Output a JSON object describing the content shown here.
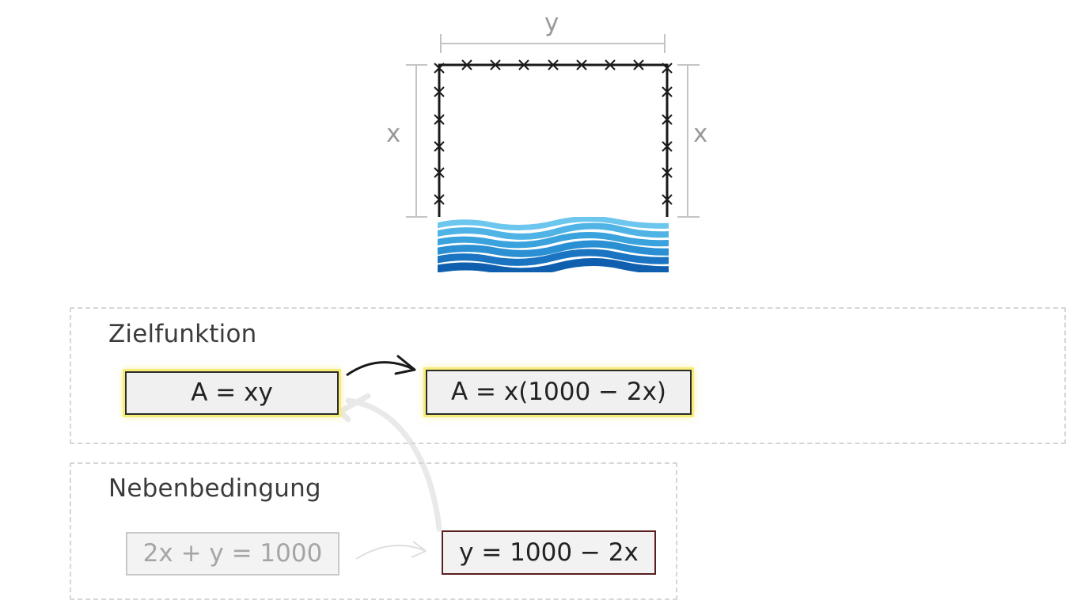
{
  "diagram": {
    "labels": {
      "top": "y",
      "left": "x",
      "right": "x"
    }
  },
  "objective": {
    "title": "Zielfunktion",
    "formula_left": "A = xy",
    "formula_right": "A = x(1000 − 2x)"
  },
  "constraint": {
    "title": "Nebenbedingung",
    "formula_left": "2x + y = 1000",
    "formula_right": "y = 1000 − 2x"
  },
  "colors": {
    "fence": "#1a1a1a",
    "dimension_lines": "#c4c4c4",
    "water_light": "#5bbbe8",
    "water_mid": "#2a8fd3",
    "water_dark": "#0f5fae",
    "highlight_glow": "#f6ec7a",
    "panel_border": "#d6d6d6"
  },
  "icons": [
    "barbed-wire-fence",
    "water-waves-icon",
    "curved-arrow-icon"
  ]
}
